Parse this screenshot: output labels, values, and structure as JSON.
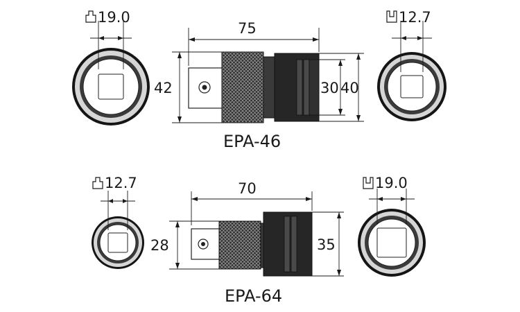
{
  "products": [
    {
      "model": "EPA-46",
      "length": "75",
      "body_diameter": "42",
      "socket_outer": "40",
      "socket_inner": "30",
      "drive_female": "19.0",
      "drive_male": "12.7"
    },
    {
      "model": "EPA-64",
      "length": "70",
      "body_diameter": "28",
      "socket_outer": "35",
      "drive_female": "12.7",
      "drive_male": "19.0"
    }
  ],
  "colors": {
    "outline": "#1a1a1a",
    "dark_metal": "#262626",
    "ring_light": "#d6d6d6"
  },
  "icons": {
    "square_male": "square-drive-male-icon",
    "square_female": "square-drive-female-icon"
  }
}
